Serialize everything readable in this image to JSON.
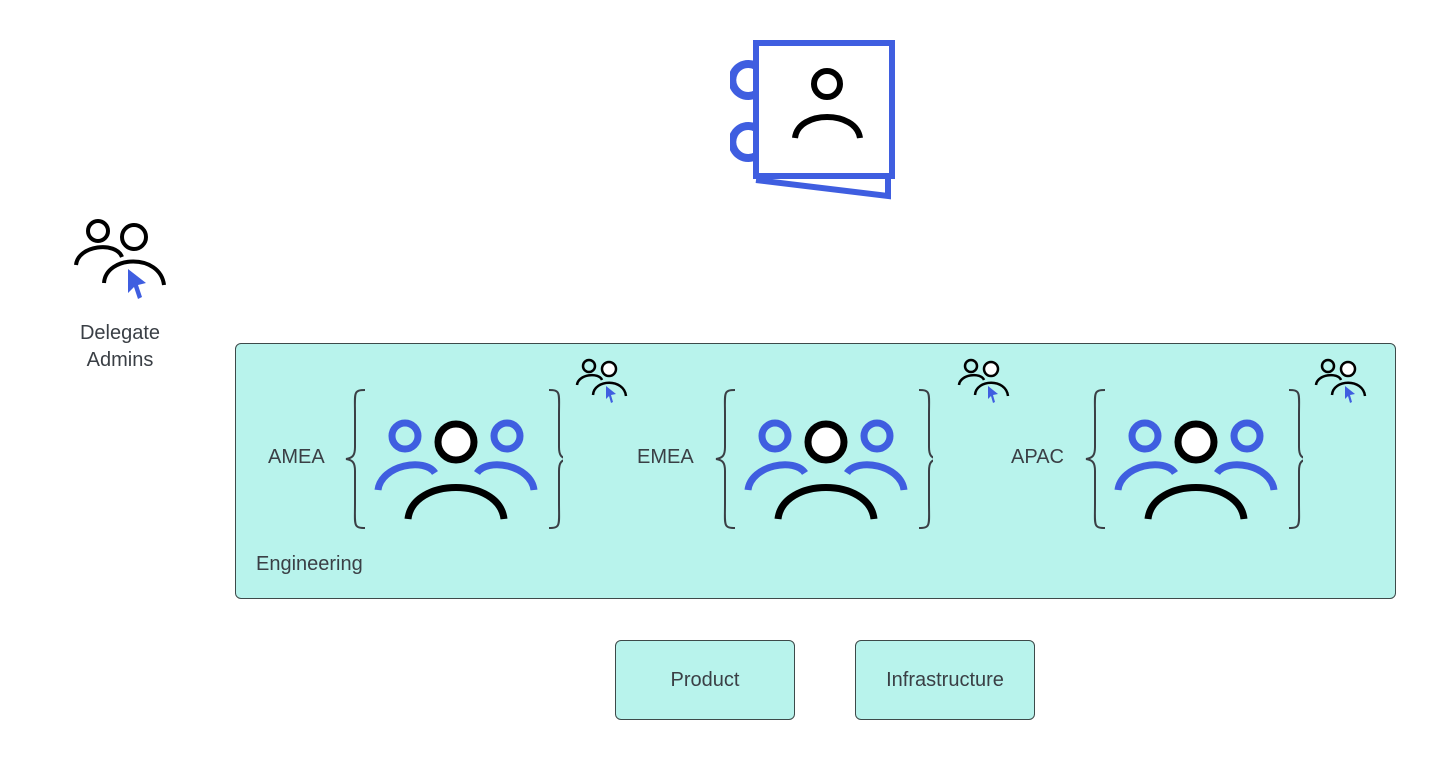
{
  "delegate_admins": {
    "label_line1": "Delegate",
    "label_line2": "Admins"
  },
  "engineering": {
    "label": "Engineering",
    "regions": [
      {
        "label": "AMEA"
      },
      {
        "label": "EMEA"
      },
      {
        "label": "APAC"
      }
    ]
  },
  "other_groups": [
    {
      "label": "Product"
    },
    {
      "label": "Infrastructure"
    }
  ],
  "colors": {
    "accent_blue": "#3f5ee0",
    "group_fill": "#b8f3ec",
    "outline": "#3d4a4a",
    "icon_black": "#000000"
  },
  "icons": {
    "directory": "address-book-icon",
    "delegate": "users-with-cursor-icon",
    "group": "group-icon"
  }
}
